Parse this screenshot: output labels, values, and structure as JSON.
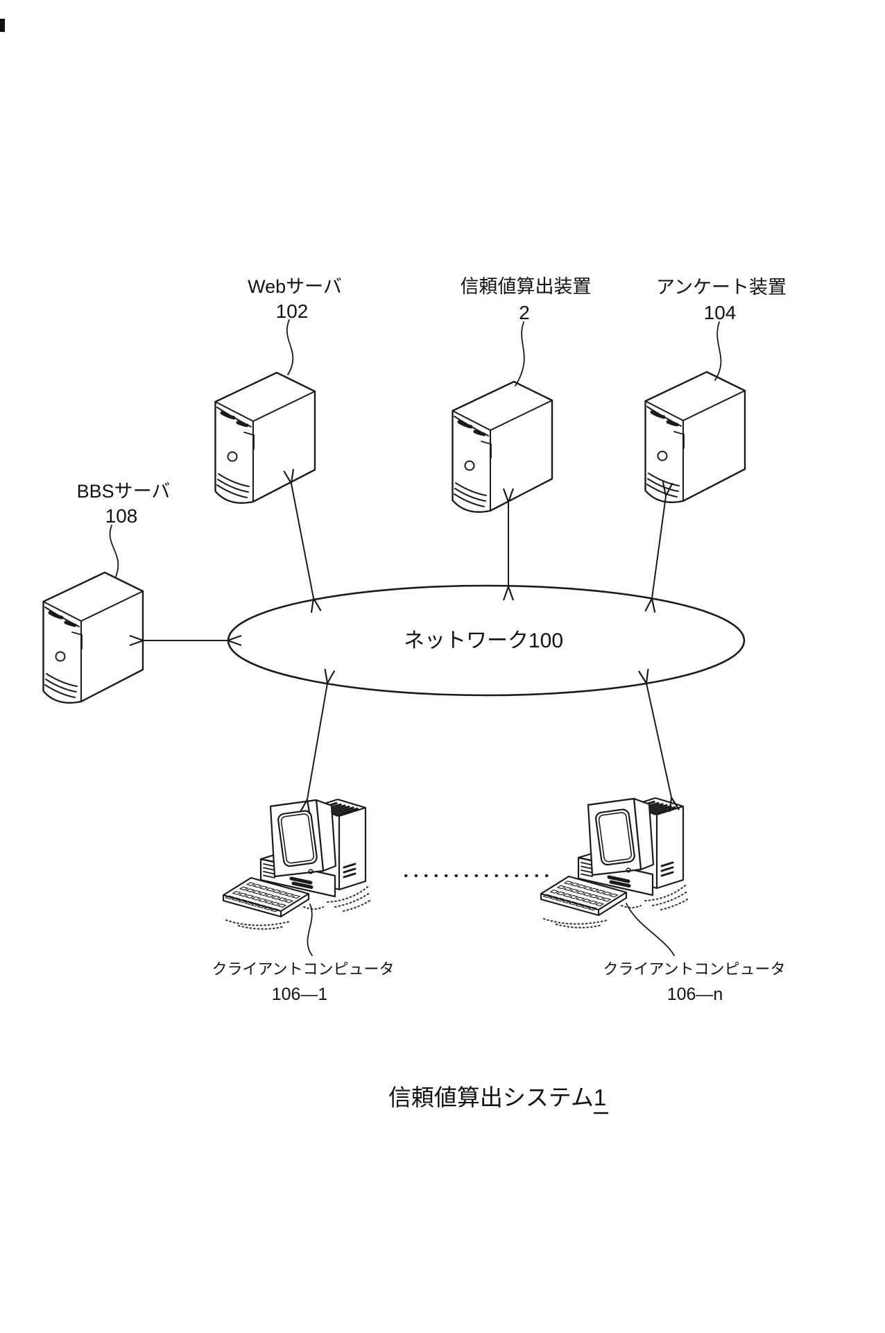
{
  "figure": {
    "title_caption": {
      "text": "信頼値算出システム",
      "number": "1"
    },
    "network": {
      "label": "ネットワーク100"
    },
    "nodes": {
      "web_server": {
        "name": "Webサーバ",
        "ref": "102"
      },
      "trust_calc": {
        "name": "信頼値算出装置",
        "ref": "2"
      },
      "survey": {
        "name": "アンケート装置",
        "ref": "104"
      },
      "bbs_server": {
        "name": "BBSサーバ",
        "ref": "108"
      },
      "client_1": {
        "name": "クライアントコンピュータ",
        "ref": "106—1"
      },
      "client_n": {
        "name": "クライアントコンピュータ",
        "ref": "106—n"
      }
    }
  }
}
